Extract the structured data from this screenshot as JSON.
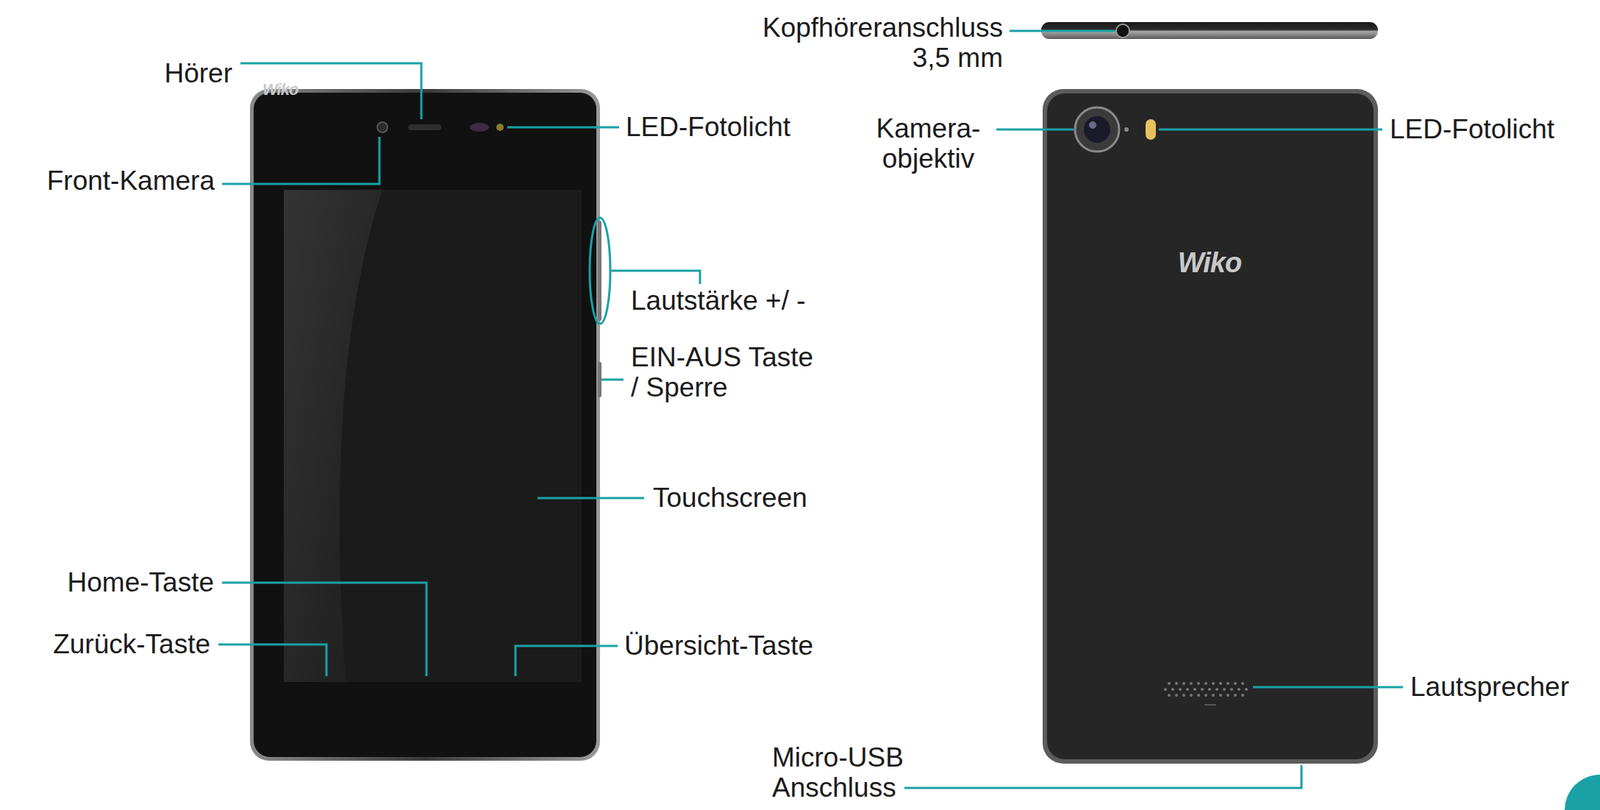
{
  "diagram": {
    "labels": [
      "Hörer",
      "Front-Kamera",
      "LED-Fotolicht",
      "Lautstärke +/ -",
      "EIN-AUS Taste / Sperre",
      "Touchscreen",
      "Home-Taste",
      "Zurück-Taste",
      "Übersicht-Taste",
      "Kopfhöreranschluss 3,5 mm",
      "Kamera- objektiv",
      "LED-Fotolicht",
      "Lautsprecher",
      "Micro-USB Anschluss",
      "Wiko",
      "Wiko"
    ]
  }
}
